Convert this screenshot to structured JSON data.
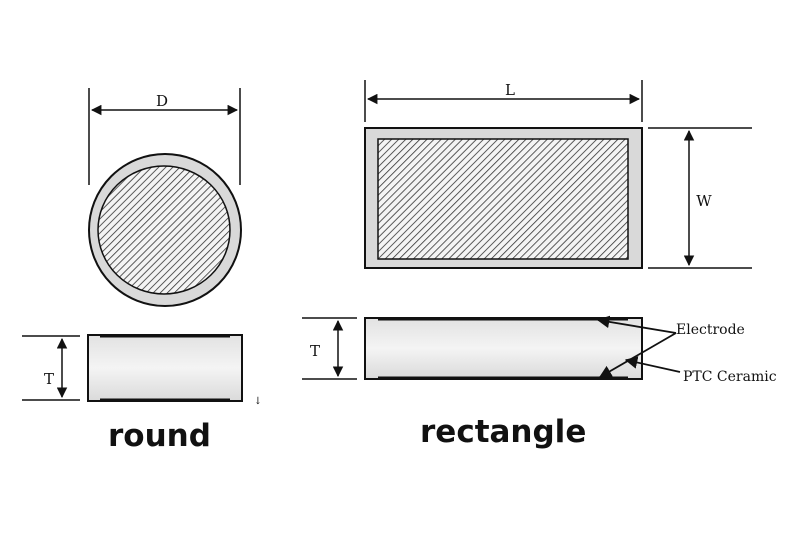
{
  "round": {
    "caption": "round",
    "dim_diameter": "D",
    "dim_thickness": "T",
    "stray_mark": "↓"
  },
  "rectangle": {
    "caption": "rectangle",
    "dim_length": "L",
    "dim_width": "W",
    "dim_thickness": "T"
  },
  "callouts": {
    "electrode": "Electrode",
    "ceramic": "PTC Ceramic"
  },
  "colors": {
    "line": "#111111",
    "body_fill": "#d9d9d9",
    "side_fill": "#ececec",
    "hatch": "#333333"
  }
}
